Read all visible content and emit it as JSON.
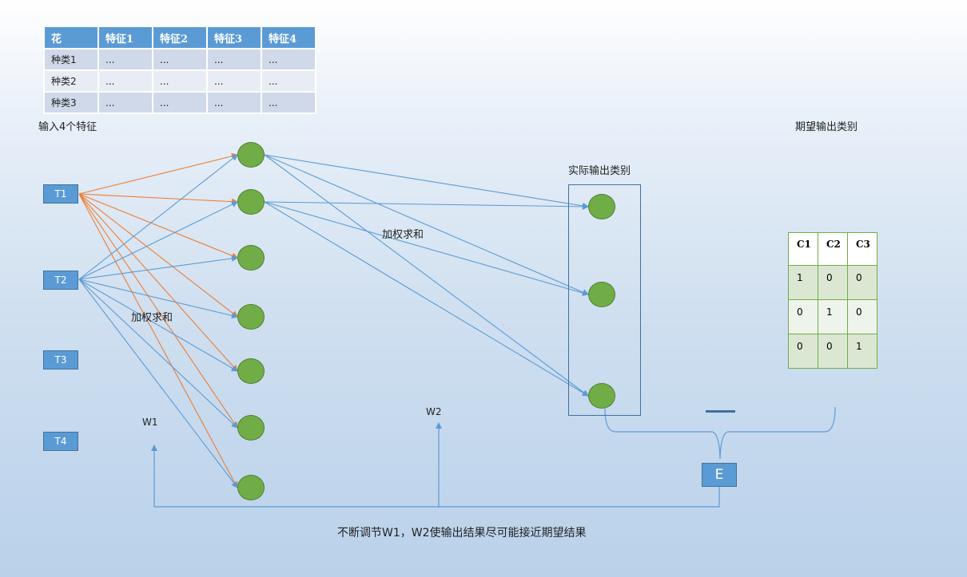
{
  "feature_table": {
    "headers": [
      "花",
      "特征1",
      "特征2",
      "特征3",
      "特征4"
    ],
    "rows": [
      [
        "种类1",
        "...",
        "...",
        "...",
        "..."
      ],
      [
        "种类2",
        "...",
        "...",
        "...",
        "..."
      ],
      [
        "种类3",
        "...",
        "...",
        "...",
        "..."
      ]
    ]
  },
  "labels": {
    "input_caption": "输入4个特征",
    "expected_caption": "期望输出类别",
    "actual_caption": "实际输出类别",
    "weighted_sum_1": "加权求和",
    "weighted_sum_2": "加权求和",
    "w1": "W1",
    "w2": "W2",
    "bottom_note": "不断调节W1，W2使输出结果尽可能接近期望结果"
  },
  "inputs": [
    "T1",
    "T2",
    "T3",
    "T4"
  ],
  "error_box": "E",
  "class_table": {
    "headers": [
      "C1",
      "C2",
      "C3"
    ],
    "rows": [
      [
        "1",
        "0",
        "0"
      ],
      [
        "0",
        "1",
        "0"
      ],
      [
        "0",
        "0",
        "1"
      ]
    ]
  },
  "colors": {
    "input_box": "#5b9bd5",
    "neuron": "#70ad47",
    "blue_connection": "#5b9bd5",
    "orange_connection": "#ed7d31"
  }
}
